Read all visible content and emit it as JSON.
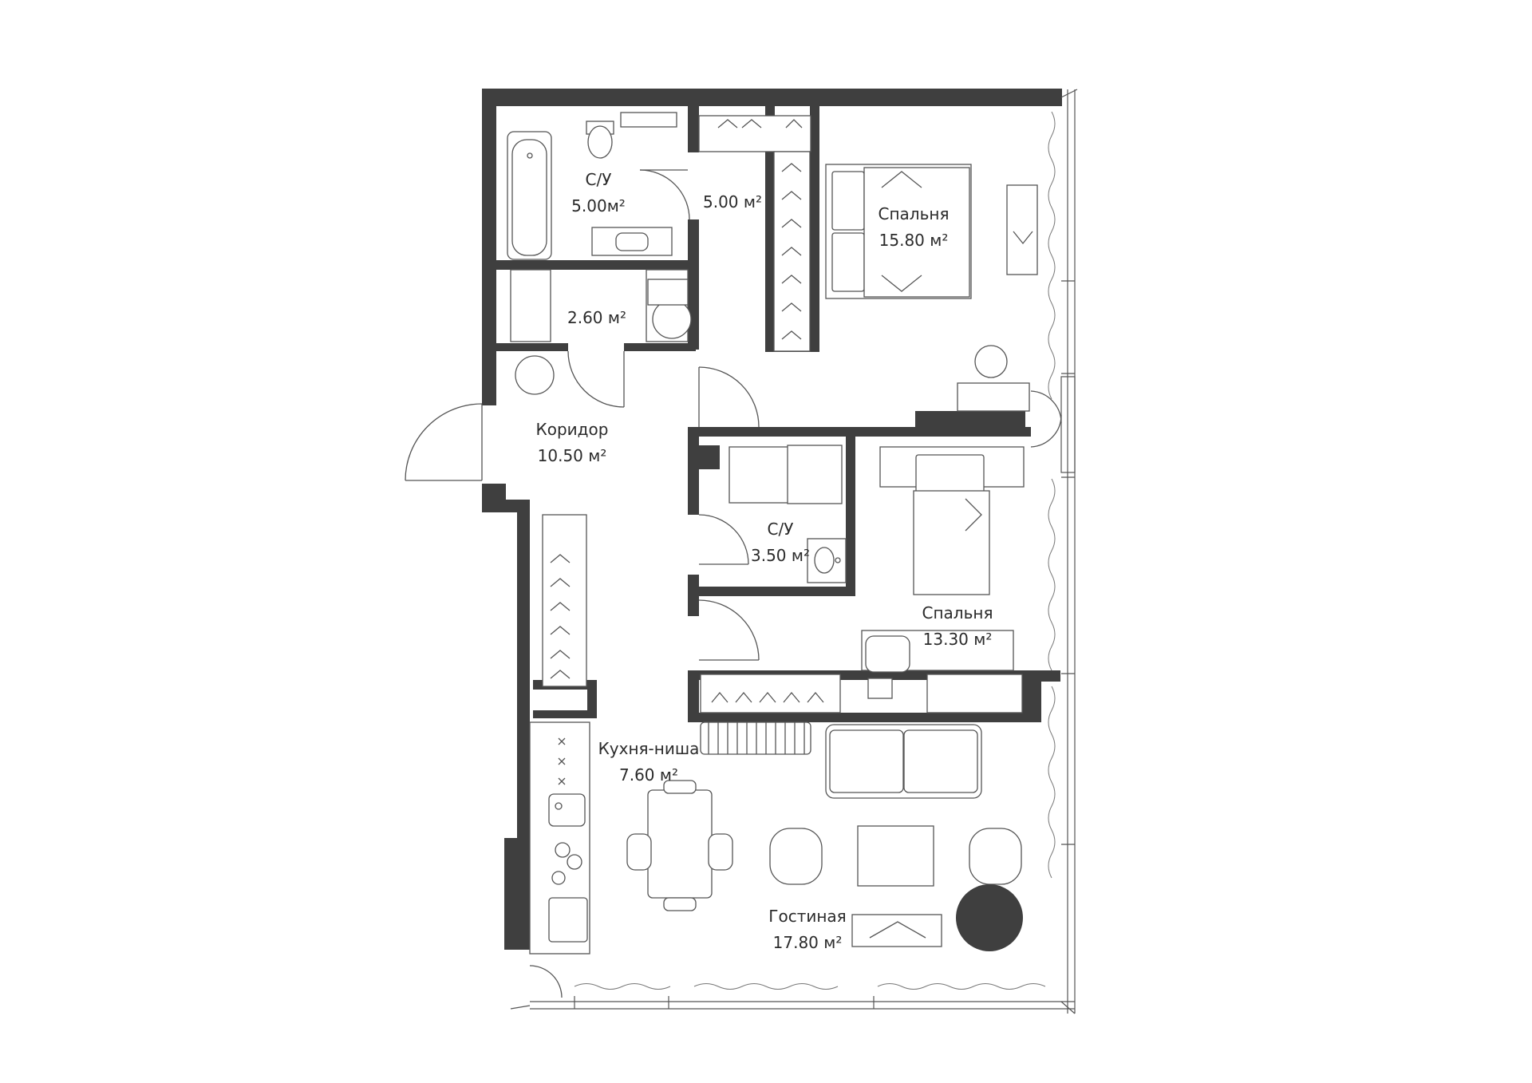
{
  "rooms": {
    "bath_master": {
      "name": "С/У",
      "area": "5.00м²"
    },
    "wardrobe_master": {
      "area": "5.00 м²"
    },
    "bedroom_1": {
      "name": "Спальня",
      "area": "15.80 м²"
    },
    "storage": {
      "area": "2.60 м²"
    },
    "corridor": {
      "name": "Коридор",
      "area": "10.50 м²"
    },
    "bath_guest": {
      "name": "С/У",
      "area": "3.50 м²"
    },
    "bedroom_2": {
      "name": "Спальня",
      "area": "13.30 м²"
    },
    "kitchen": {
      "name": "Кухня-ниша",
      "area": "7.60 м²"
    },
    "living": {
      "name": "Гостиная",
      "area": "17.80 м²"
    }
  },
  "colors": {
    "wall": "#3f3f3f",
    "line": "#555555",
    "background": "#ffffff"
  }
}
